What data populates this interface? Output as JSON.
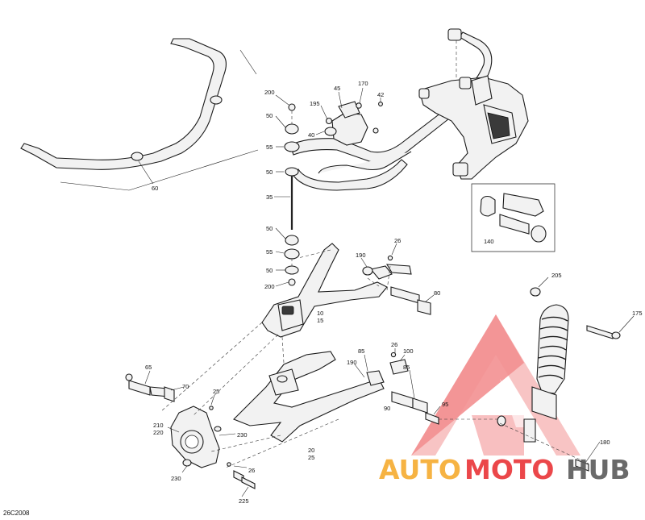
{
  "diagram_code": "26C2008",
  "watermark": {
    "brand_a": "AUTO",
    "brand_b": "MOTO",
    "brand_c": "HUB",
    "color_orange": "#f5a623",
    "color_red": "#e8282b",
    "color_gray": "#5a5a5a"
  },
  "callouts": [
    {
      "id": "c200a",
      "text": "200"
    },
    {
      "id": "c50a",
      "text": "50"
    },
    {
      "id": "c55a",
      "text": "55"
    },
    {
      "id": "c50b",
      "text": "50"
    },
    {
      "id": "c35",
      "text": "35"
    },
    {
      "id": "c50c",
      "text": "50"
    },
    {
      "id": "c55b",
      "text": "55"
    },
    {
      "id": "c50d",
      "text": "50"
    },
    {
      "id": "c200b",
      "text": "200"
    },
    {
      "id": "c195",
      "text": "195"
    },
    {
      "id": "c45",
      "text": "45"
    },
    {
      "id": "c170",
      "text": "170"
    },
    {
      "id": "c42",
      "text": "42"
    },
    {
      "id": "c40",
      "text": "40"
    },
    {
      "id": "c60",
      "text": "60"
    },
    {
      "id": "c140",
      "text": "140"
    },
    {
      "id": "c190a",
      "text": "190"
    },
    {
      "id": "c26a",
      "text": "26"
    },
    {
      "id": "c80",
      "text": "80"
    },
    {
      "id": "c10",
      "text": "10"
    },
    {
      "id": "c15",
      "text": "15"
    },
    {
      "id": "c205",
      "text": "205"
    },
    {
      "id": "c175",
      "text": "175"
    },
    {
      "id": "c85a",
      "text": "85"
    },
    {
      "id": "c26b",
      "text": "26"
    },
    {
      "id": "c100",
      "text": "100"
    },
    {
      "id": "c190b",
      "text": "190"
    },
    {
      "id": "c85b",
      "text": "85"
    },
    {
      "id": "c90",
      "text": "90"
    },
    {
      "id": "c95",
      "text": "95"
    },
    {
      "id": "c65",
      "text": "65"
    },
    {
      "id": "c70",
      "text": "70"
    },
    {
      "id": "c25",
      "text": "25"
    },
    {
      "id": "c210",
      "text": "210"
    },
    {
      "id": "c220",
      "text": "220"
    },
    {
      "id": "c230a",
      "text": "230"
    },
    {
      "id": "c20",
      "text": "20"
    },
    {
      "id": "c25b",
      "text": "25"
    },
    {
      "id": "c180",
      "text": "180"
    },
    {
      "id": "c230b",
      "text": "230"
    },
    {
      "id": "c26c",
      "text": "26"
    },
    {
      "id": "c225",
      "text": "225"
    }
  ]
}
